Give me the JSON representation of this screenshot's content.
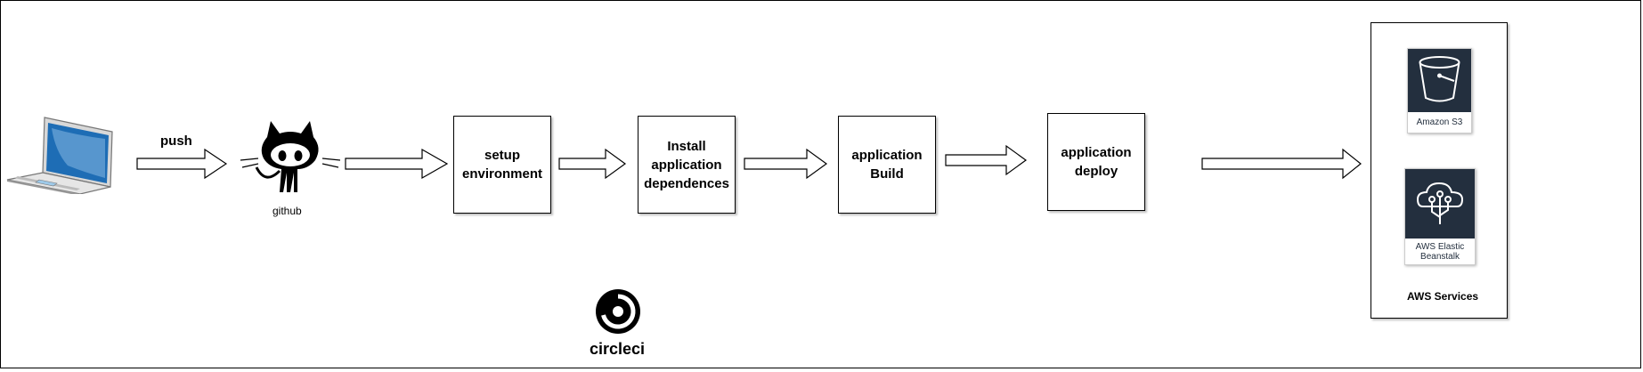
{
  "nodes": {
    "laptop": {
      "icon": "laptop-icon"
    },
    "push_label": "push",
    "github": {
      "icon": "github-octocat-icon",
      "label": "github"
    },
    "steps": [
      {
        "line1": "setup",
        "line2": "environment"
      },
      {
        "line1": "Install",
        "line2": "application",
        "line3": "dependences"
      },
      {
        "line1": "application",
        "line2": "Build"
      },
      {
        "line1": "application",
        "line2": "deploy"
      }
    ],
    "circleci": {
      "icon": "circleci-logo-icon",
      "label": "circleci"
    }
  },
  "aws": {
    "group_label": "AWS Services",
    "services": [
      {
        "name": "Amazon S3",
        "icon": "s3-bucket-icon"
      },
      {
        "name": "AWS Elastic",
        "name2": "Beanstalk",
        "icon": "elastic-beanstalk-icon"
      }
    ]
  },
  "colors": {
    "aws_tile": "#232f3e",
    "laptop_screen": "#1e6db5",
    "stroke": "#000000"
  }
}
